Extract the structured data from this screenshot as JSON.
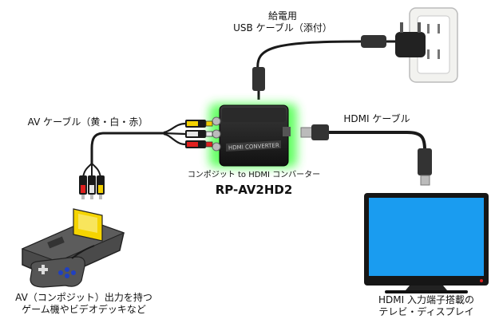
{
  "labels": {
    "usb_power": "給電用",
    "usb_cable": "USB ケーブル（添付）",
    "av_cable": "AV ケーブル（黄・白・赤）",
    "hdmi_cable": "HDMI ケーブル",
    "converter_desc": "コンポジット to HDMI コンバーター",
    "model": "RP-AV2HD2",
    "source_line1": "AV（コンポジット）出力を持つ",
    "source_line2": "ゲーム機やビデオデッキなど",
    "display_line1": "HDMI 入力端子搭載の",
    "display_line2": "テレビ・ディスプレイ"
  },
  "device_print": "HDMI CONVERTER",
  "colors": {
    "cable": "#1a1a1a",
    "glow": "#33ff33",
    "rca_yellow": "#f2d000",
    "rca_white": "#e6e6e6",
    "rca_red": "#e0201f",
    "screen_blue": "#1a9cf0",
    "console_gray": "#4a4a4a",
    "cartridge_yellow": "#f5d400",
    "dpad_blue": "#2040c0"
  },
  "icons": [
    "wall-outlet-icon",
    "usb-adapter-icon",
    "converter-box-icon",
    "game-console-icon",
    "controller-icon",
    "tv-display-icon"
  ]
}
